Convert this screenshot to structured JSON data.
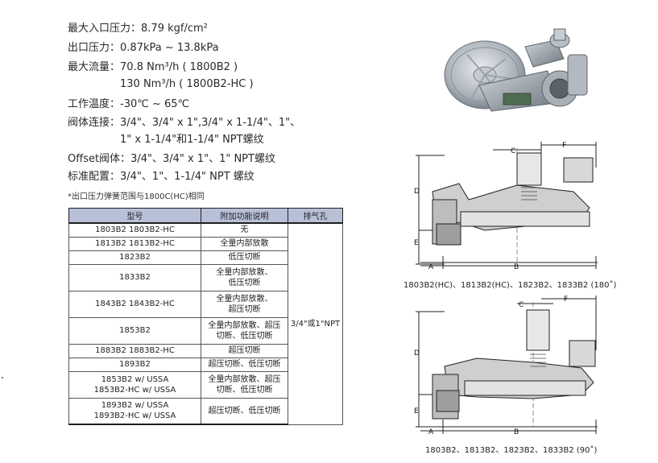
{
  "specs": [
    {
      "label": "最大入口压力：",
      "value": "8.79 kgf/cm²"
    },
    {
      "label": "出口压力：",
      "value": "0.87kPa ~ 13.8kPa"
    },
    {
      "label": "最大流量：",
      "value": "70.8 Nm³/h ( 1800B2 )"
    },
    {
      "label": "",
      "value": "130 Nm³/h ( 1800B2-HC )"
    },
    {
      "label": "工作温度：",
      "value": "-30℃ ~ 65℃"
    },
    {
      "label": "阀体连接：",
      "value": "3/4\"、3/4\" x 1\",3/4\" x 1-1/4\"、1\"、"
    },
    {
      "label": "",
      "value": "1\" x 1-1/4\"和1-1/4\" NPT螺纹"
    },
    {
      "label": "Offset阀体：",
      "value": "3/4\"、3/4\" x 1\"、1\" NPT螺纹"
    },
    {
      "label": "标准配置：",
      "value": "3/4\"、1\"、1-1/4\" NPT 螺纹"
    }
  ],
  "note": "*出口压力弹簧范围与1800C(HC)相同",
  "table": {
    "headers": [
      "型号",
      "附加功能说明",
      "排气孔"
    ],
    "vent": "3/4\"或1\"NPT",
    "rows": [
      {
        "model": [
          "1803B2    1803B2-HC"
        ],
        "func": [
          "无"
        ]
      },
      {
        "model": [
          "1813B2    1813B2-HC"
        ],
        "func": [
          "全量内部放散"
        ]
      },
      {
        "model": [
          "1823B2"
        ],
        "func": [
          "低压切断"
        ]
      },
      {
        "model": [
          "1833B2"
        ],
        "func": [
          "全量内部放散、",
          "低压切断"
        ]
      },
      {
        "model": [
          "1843B2    1843B2-HC"
        ],
        "func": [
          "全量内部放散、",
          "超压切断"
        ]
      },
      {
        "model": [
          "1853B2"
        ],
        "func": [
          "全量内部放散、超压",
          "切断、低压切断"
        ]
      },
      {
        "model": [
          "1883B2    1883B2-HC"
        ],
        "func": [
          "超压切断"
        ]
      },
      {
        "model": [
          "1893B2"
        ],
        "func": [
          "超压切断、低压切断"
        ]
      },
      {
        "model": [
          "1853B2 w/ USSA",
          "1853B2-HC w/ USSA"
        ],
        "func": [
          "全量内部放散、超压",
          "切断、低压切断"
        ]
      },
      {
        "model": [
          "1893B2 w/ USSA",
          "1893B2-HC w/ USSA"
        ],
        "func": [
          "超压切断、低压切断"
        ]
      }
    ]
  },
  "figures": {
    "top": {
      "caption": "1803B2(HC)、1813B2(HC)、1823B2、1833B2 (180˚)",
      "dims": [
        "C",
        "F",
        "D",
        "E",
        "A",
        "B"
      ]
    },
    "bottom": {
      "caption": "1803B2、1813B2、1823B2、1833B2 (90˚)",
      "dims": [
        "C",
        "F",
        "D",
        "E",
        "A",
        "B"
      ]
    }
  }
}
